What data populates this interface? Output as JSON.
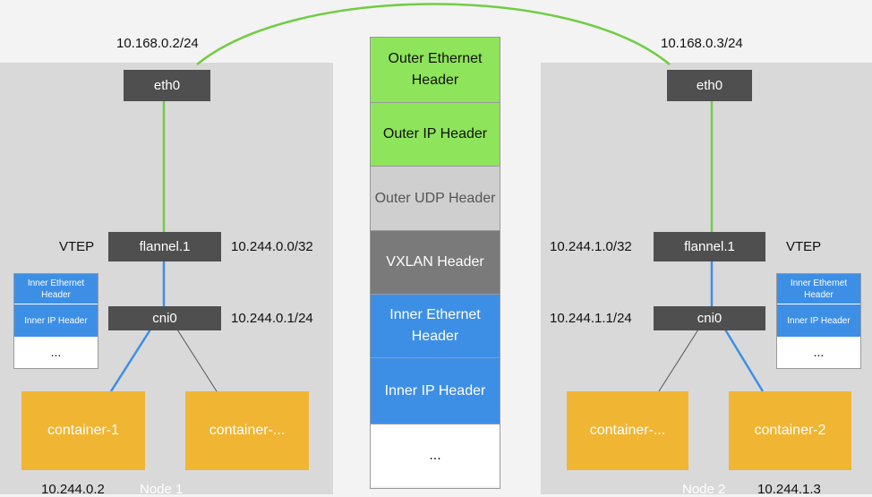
{
  "colors": {
    "green": "#8ee45a",
    "gray_light": "#cfcfcf",
    "gray_dark": "#7a7a7a",
    "blue": "#3d8fe6",
    "container": "#f0b533",
    "device": "#4f4f4f",
    "panel": "#d9d9d9",
    "link_green": "#72cc45",
    "link_blue": "#3d8fe6"
  },
  "left_node": {
    "eth0_ip": "10.168.0.2/24",
    "eth0_label": "eth0",
    "vtep_label": "VTEP",
    "flannel_label": "flannel.1",
    "flannel_ip": "10.244.0.0/32",
    "cni_label": "cni0",
    "cni_ip": "10.244.0.1/24",
    "packet": [
      "Inner Ethernet Header",
      "Inner IP Header",
      "..."
    ],
    "containers": [
      "container-1",
      "container-..."
    ],
    "container_ip": "10.244.0.2",
    "node_name": "Node 1"
  },
  "right_node": {
    "eth0_ip": "10.168.0.3/24",
    "eth0_label": "eth0",
    "vtep_label": "VTEP",
    "flannel_label": "flannel.1",
    "flannel_ip": "10.244.1.0/32",
    "cni_label": "cni0",
    "cni_ip": "10.244.1.1/24",
    "packet": [
      "Inner Ethernet Header",
      "Inner IP Header",
      "..."
    ],
    "containers": [
      "container-...",
      "container-2"
    ],
    "container_ip": "10.244.1.3",
    "node_name": "Node 2"
  },
  "vxlan_packet": [
    "Outer Ethernet Header",
    "Outer IP Header",
    "Outer UDP Header",
    "VXLAN Header",
    "Inner Ethernet Header",
    "Inner IP Header",
    "..."
  ]
}
